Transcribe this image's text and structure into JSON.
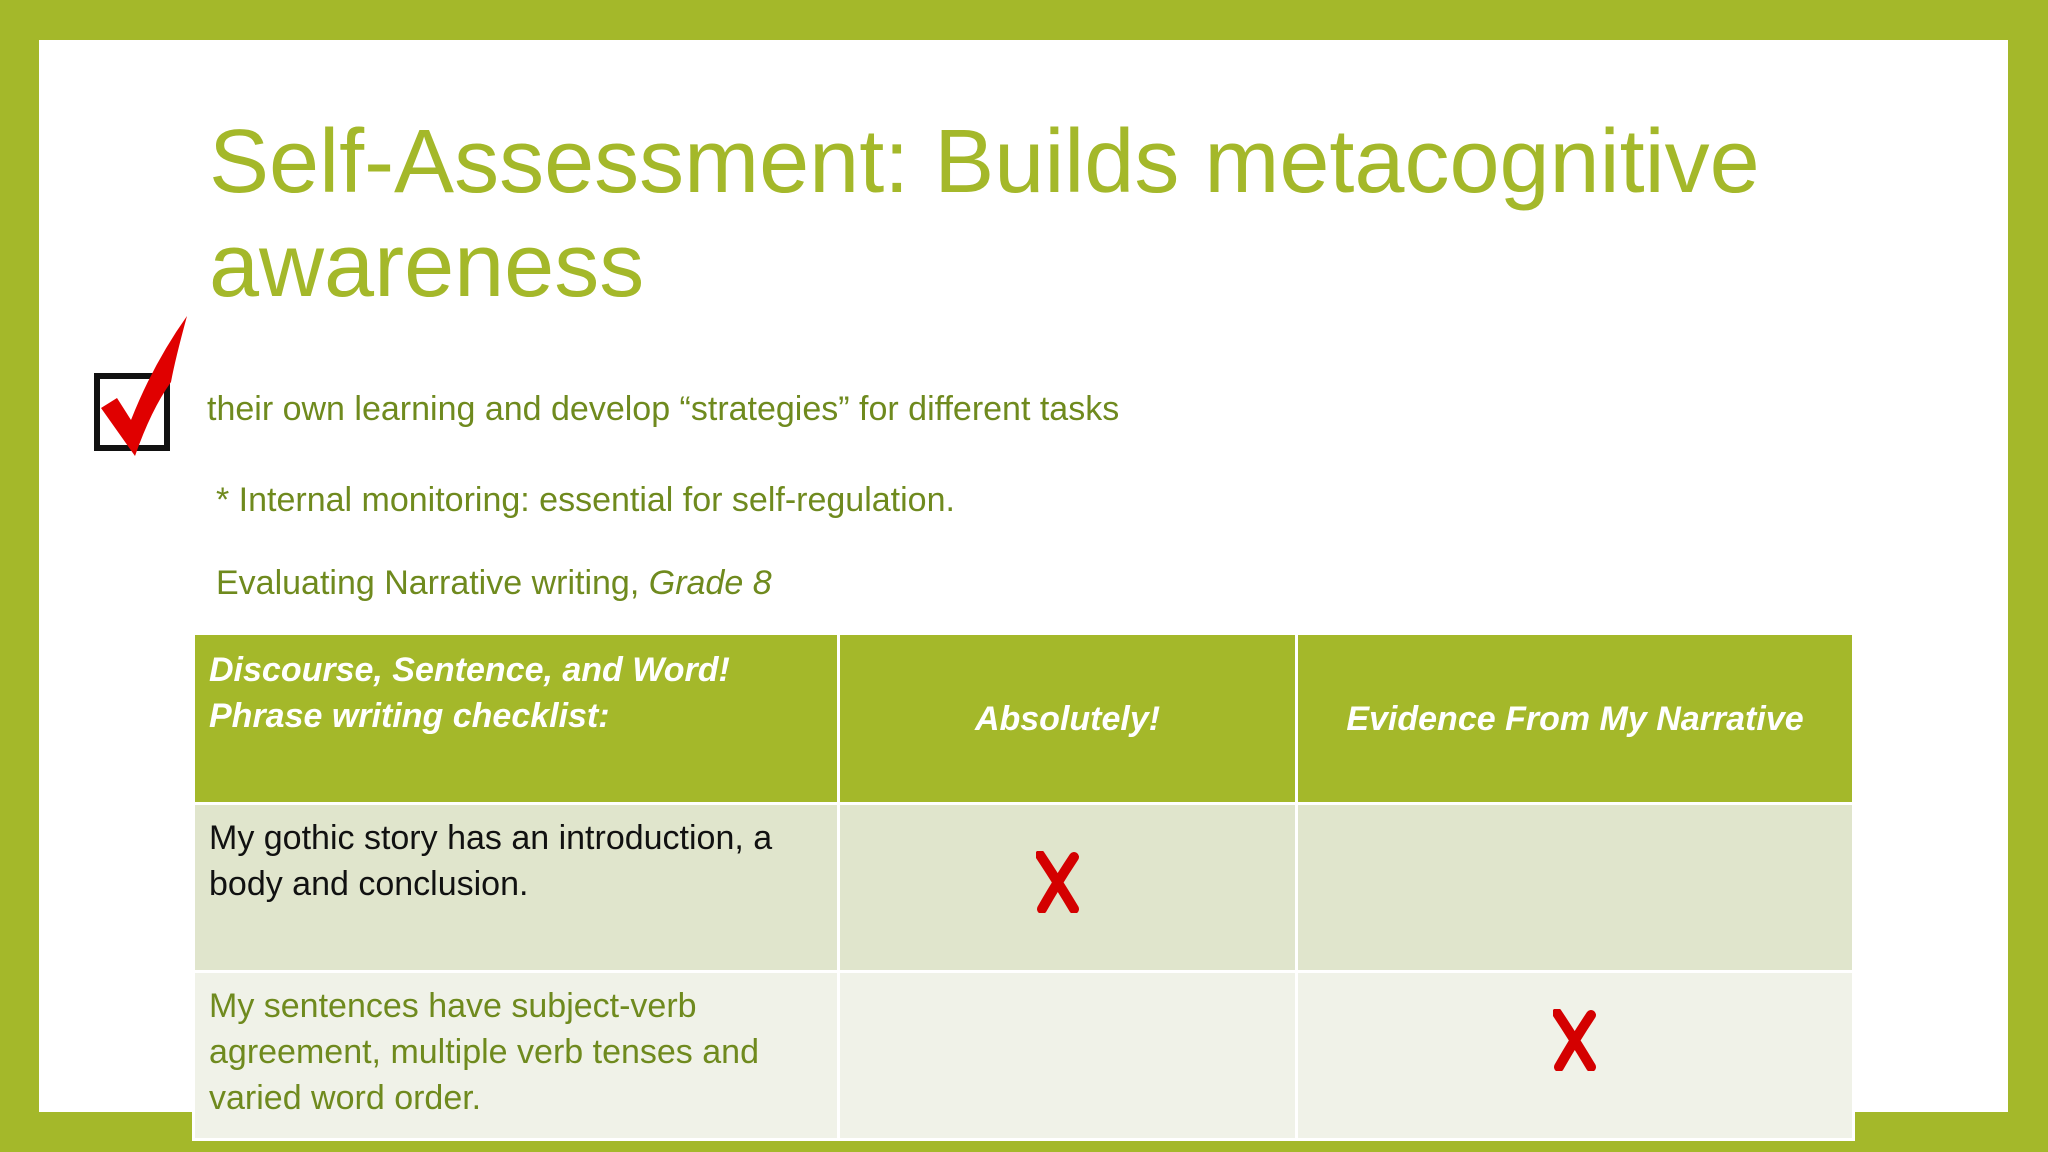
{
  "slide": {
    "title": "Self-Assessment: Builds metacognitive awareness",
    "bullets": [
      "their own learning and develop “strategies” for different tasks",
      "* Internal monitoring: essential for self-regulation."
    ],
    "caption_prefix": "Evaluating Narrative writing, ",
    "caption_italic": "Grade 8"
  },
  "table": {
    "headers": [
      "Discourse, Sentence, and Word! Phrase writing checklist:",
      "Absolutely!",
      "Evidence From My Narrative"
    ],
    "rows": [
      {
        "statement": "My gothic story has an introduction, a body and conclusion.",
        "absolutely": "x-mark-icon",
        "evidence": ""
      },
      {
        "statement": "My sentences have subject-verb agreement, multiple verb tenses and varied word order.",
        "absolutely": "",
        "evidence": "x-mark-icon"
      }
    ]
  },
  "icons": {
    "check": "checkbox-checkmark-icon",
    "cross": "x-mark-icon"
  },
  "colors": {
    "accent": "#a4b82a",
    "text_green": "#6f8a1e",
    "mark_red": "#d40000"
  }
}
